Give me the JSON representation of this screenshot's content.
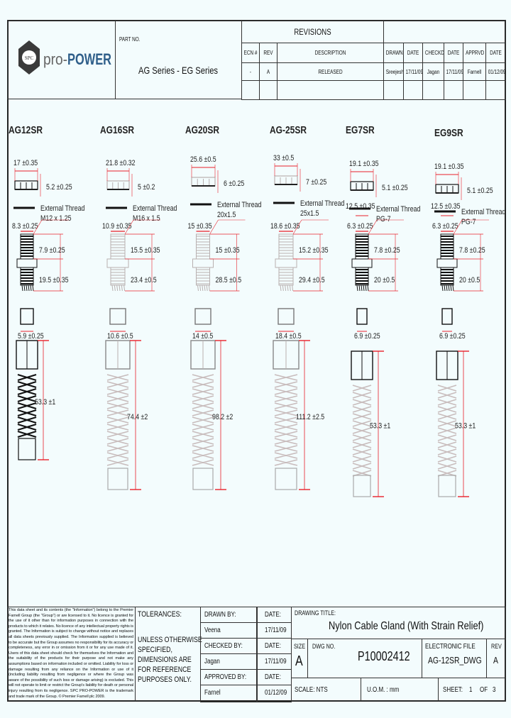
{
  "header": {
    "logo": {
      "emblem_text": "SPC",
      "brand_light": "pro-",
      "brand_bold": "POWER",
      "brand_color": "#2f5f8a"
    },
    "part_no_label": "PART NO.",
    "part_no_value": "AG Series - EG Series",
    "revisions": {
      "title": "REVISIONS",
      "columns": [
        "ECN #",
        "REV",
        "DESCRIPTION",
        "DRAWN",
        "DATE",
        "CHECKD",
        "DATE",
        "APPRVD",
        "DATE"
      ],
      "rows": [
        [
          "-",
          "A",
          "RELEASED",
          "Sreejesh",
          "17/11/09",
          "Jagan",
          "17/11/09",
          "Farnell",
          "01/12/09"
        ]
      ]
    }
  },
  "parts": [
    {
      "name": "AG12SR",
      "nut_width": "17 ±0.35",
      "nut_height": "5.2 ±0.25",
      "thread_label": "External Thread",
      "thread_spec": "M12 x 1.25",
      "thread_dia": "8.3 ±0.25",
      "upper_len": "7.9 ±0.25",
      "lower_len": "19.5 ±0.35",
      "seal_dia": "5.9 ±0.25",
      "total_len": "53.3 ±1"
    },
    {
      "name": "AG16SR",
      "nut_width": "21.8 ±0.32",
      "nut_height": "5 ±0.2",
      "thread_label": "External Thread",
      "thread_spec": "M16 x 1.5",
      "thread_dia": "10.9 ±0.35",
      "upper_len": "15.5 ±0.35",
      "lower_len": "23.4 ±0.5",
      "seal_dia": "10.6 ±0.5",
      "total_len": "74.4 ±2"
    },
    {
      "name": "AG20SR",
      "nut_width": "25.6 ±0.5",
      "nut_height": "6 ±0.25",
      "thread_label": "External Thread",
      "thread_spec": "20x1.5",
      "thread_dia": "15 ±0.35",
      "upper_len": "15 ±0.35",
      "lower_len": "28.5 ±0.5",
      "seal_dia": "14 ±0.5",
      "total_len": "98.2 ±2"
    },
    {
      "name": "AG-25SR",
      "nut_width": "33 ±0.5",
      "nut_height": "7 ±0.25",
      "thread_label": "External Thread",
      "thread_spec": "25x1.5",
      "thread_dia": "18.6 ±0.35",
      "upper_len": "15.2 ±0.35",
      "lower_len": "29.4 ±0.5",
      "seal_dia": "18.4 ±0.5",
      "total_len": "111.2 ±2.5"
    },
    {
      "name": "EG7SR",
      "nut_width": "19.1 ±0.35",
      "nut_height": "5.1 ±0.25",
      "thread_label": "External Thread",
      "thread_spec": "PG-7",
      "thread_dia_outer": "12.5 ±0.35",
      "thread_dia": "6.3 ±0.25",
      "upper_len": "7.8 ±0.25",
      "lower_len": "20 ±0.5",
      "seal_dia": "6.9 ±0.25",
      "total_len": "53.3 ±1"
    },
    {
      "name": "EG9SR",
      "nut_width": "19.1 ±0.35",
      "nut_height": "5.1 ±0.25",
      "thread_label": "External Thread",
      "thread_spec": "PG-7",
      "thread_dia_outer": "12.5 ±0.35",
      "thread_dia": "6.3 ±0.25",
      "upper_len": "7.8 ±0.25",
      "lower_len": "20 ±0.5",
      "seal_dia": "6.9 ±0.25",
      "total_len": "53.3 ±1"
    }
  ],
  "title_block": {
    "disclaimer": "This data sheet and its contents (the \"Information\") belong to the Premier Farnell Group (the \"Group\") or are licensed to it. No licence is granted for the use of it other than for information purposes in connection with the products to which it relates. No licence of any intellectual property rights is granted. The Information is subject to change without notice and replaces all data sheets previously supplied. The Information supplied is believed to be accurate but the Group assumes no responsibility for its accuracy or completeness, any error in or omission from it or for any use made of it. Users of this data sheet should check for themselves the Information and the suitability of the products for their purpose and not make any assumptions based on information included or omitted. Liability for loss or damage resulting from any reliance on the Information or use of it (including liability resulting from negligence or where the Group was aware of the possibility of such loss or damage arising) is excluded. This will not operate to limit or restrict the Group's liability for death or personal injury resulting from its negligence. SPC PRO-POWER is the trademark and trade mark of the Group. © Premier Farnell plc 2009.",
    "tolerances_label": "TOLERANCES:",
    "tolerances_text": [
      "UNLESS OTHERWISE",
      "SPECIFIED,",
      "DIMENSIONS ARE",
      "FOR REFERENCE",
      "PURPOSES ONLY."
    ],
    "drawn_by_label": "DRAWN BY:",
    "drawn_by": "Veena",
    "drawn_date": "17/11/09",
    "checked_by_label": "CHECKED BY:",
    "checked_by": "Jagan",
    "checked_date": "17/11/09",
    "approved_by_label": "APPROVED BY:",
    "approved_by": "Farnel",
    "approved_date": "01/12/09",
    "date_label": "DATE:",
    "drawing_title_label": "DRAWING TITLE:",
    "drawing_title": "Nylon Cable Gland (With Strain Relief)",
    "size_label": "SIZE",
    "size": "A",
    "dwg_no_label": "DWG NO.",
    "dwg_no": "P10002412",
    "electronic_file_label": "ELECTRONIC FILE",
    "electronic_file": "AG-12SR_DWG",
    "rev_label": "REV",
    "rev": "A",
    "scale": "SCALE: NTS",
    "uom": "U.O.M. : mm",
    "sheet_label": "SHEET:",
    "sheet": "1",
    "of_label": "OF",
    "sheets": "3"
  }
}
